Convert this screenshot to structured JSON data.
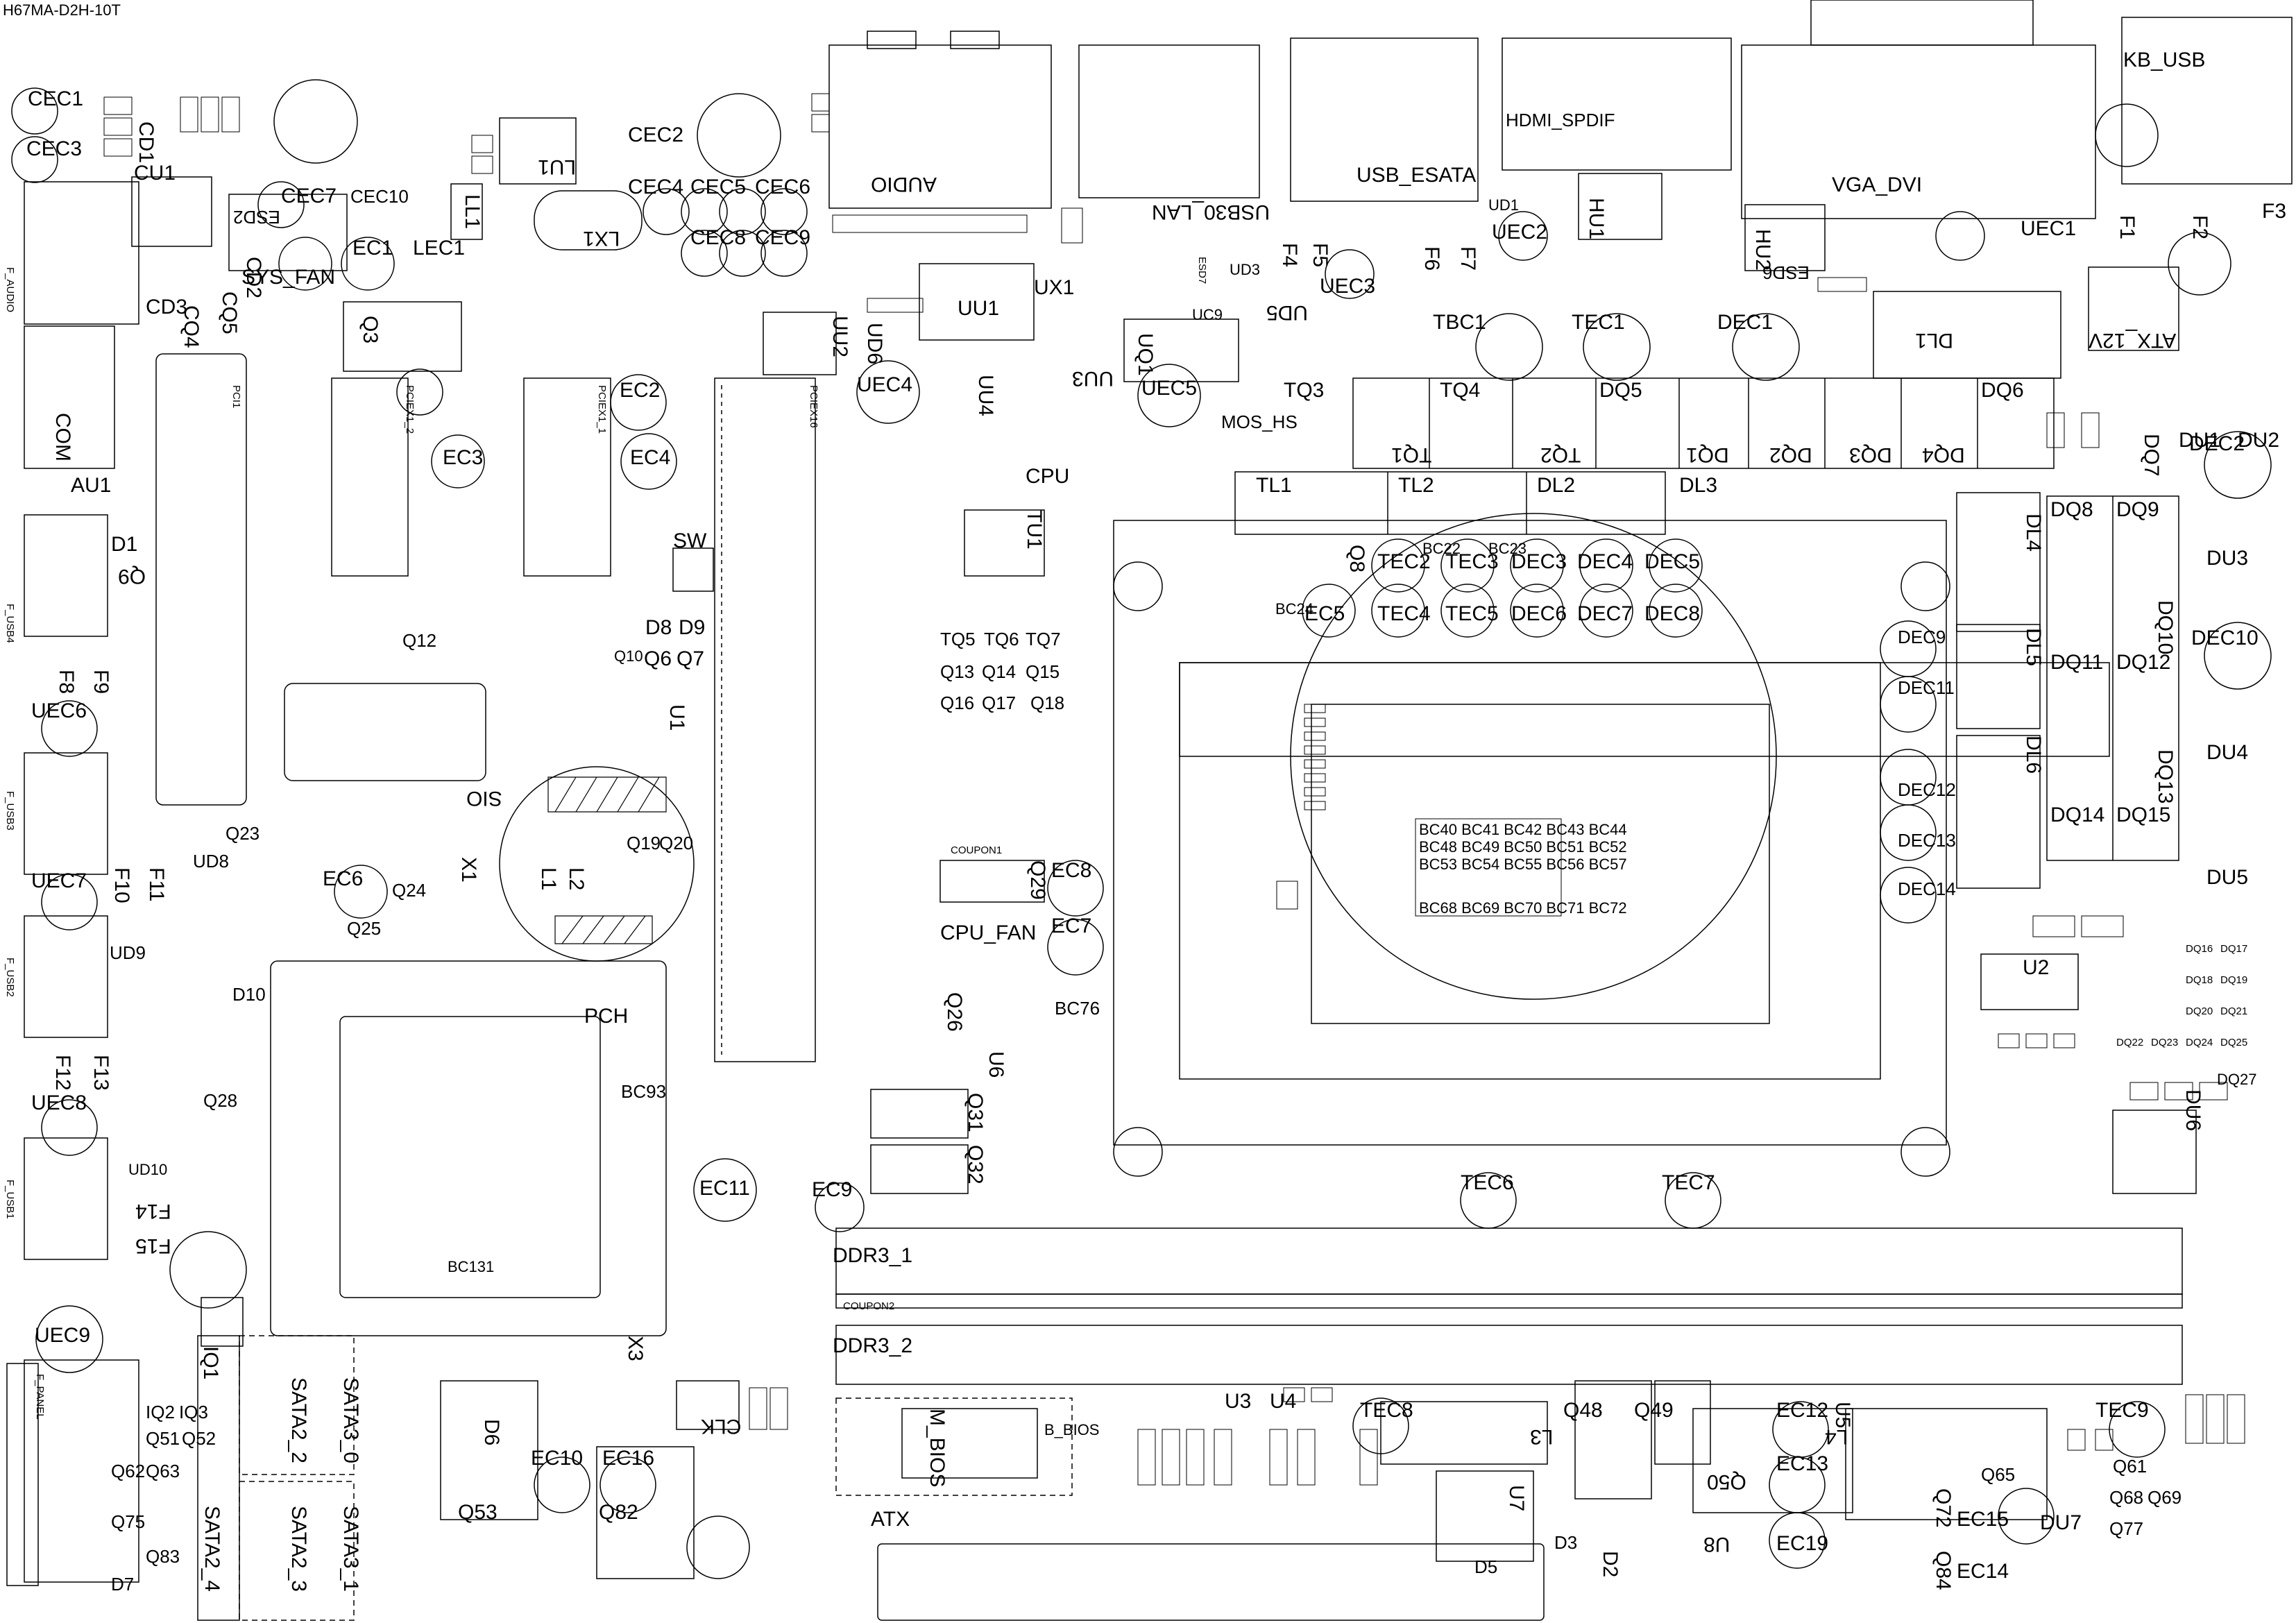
{
  "board": {
    "title": "H67MA-D2H-10T",
    "colors": {
      "stroke": "#000000",
      "background": "#ffffff"
    }
  },
  "connectors": {
    "kb_usb": "KB_USB",
    "audio": "AUDIO",
    "usb30_lan": "USB30_LAN",
    "usb_esata": "USB_ESATA",
    "hdmi_spdif": "HDMI_SPDIF",
    "vga_dvi": "VGA_DVI",
    "atx_12v": "ATX_12V",
    "sys_fan": "SYS_FAN",
    "cpu_fan": "CPU_FAN",
    "com": "COM",
    "atx": "ATX",
    "ddr3_1": "DDR3_1",
    "ddr3_2": "DDR3_2",
    "sata2_2": "SATA2_2",
    "sata3_0": "SATA3_0",
    "sata2_4": "SATA2_4",
    "sata2_3": "SATA2_3",
    "sata3_1": "SATA3_1",
    "m_bios": "M_BIOS",
    "b_bios": "B_BIOS",
    "clk": "CLK",
    "pch": "PCH",
    "cpu": "CPU",
    "sio": "SIO",
    "sw": "SW",
    "mos_hs": "MOS_HS",
    "f_audio": "F_AUDIO",
    "f_usb1": "F_USB1",
    "f_usb2": "F_USB2",
    "f_usb3": "F_USB3",
    "f_usb4": "F_USB4",
    "f_panel": "F_PANEL",
    "pciex16": "PCIEX16",
    "pciex1_1": "PCIEX1_1",
    "pciex1_2": "PCIEX1_2",
    "pci1": "PCI1",
    "coupon1": "COUPON1",
    "coupon2": "COUPON2"
  },
  "chips": {
    "uu1": "UU1",
    "ux1": "UX1",
    "uu2": "UU2",
    "uu3": "UU3",
    "uu4": "UU4",
    "uq1": "UQ1",
    "cu1": "CU1",
    "lu1": "LU1",
    "lx1": "LX1",
    "ll1": "LL1",
    "hu1": "HU1",
    "hu2": "HU2",
    "ud1": "UD1",
    "ud3": "UD3",
    "ud5": "UD5",
    "ud6": "UD6",
    "ud8": "UD8",
    "ud9": "UD9",
    "ud10": "UD10",
    "tu1": "TU1",
    "u1": "U1",
    "u2": "U2",
    "u3": "U3",
    "u4": "U4",
    "u5": "U5",
    "u6": "U6",
    "u7": "U7",
    "u8": "U8",
    "au1": "AU1",
    "iq1": "IQ1",
    "x1": "X1",
    "x3": "X3",
    "uc9": "UC9",
    "du1": "DU1",
    "du2": "DU2",
    "du3": "DU3",
    "du4": "DU4",
    "du5": "DU5",
    "du6": "DU6",
    "du7": "DU7",
    "esd2": "ESD2",
    "esd6": "ESD6",
    "esd7": "ESD7"
  },
  "caps": {
    "cec1": "CEC1",
    "cec2": "CEC2",
    "cec3": "CEC3",
    "cec4": "CEC4",
    "cec5": "CEC5",
    "cec6": "CEC6",
    "cec7": "CEC7",
    "cec8": "CEC8",
    "cec9": "CEC9",
    "cec10": "CEC10",
    "ec1": "EC1",
    "ec2": "EC2",
    "ec3": "EC3",
    "ec4": "EC4",
    "ec5": "EC5",
    "ec6": "EC6",
    "ec7": "EC7",
    "ec8": "EC8",
    "ec9": "EC9",
    "ec10": "EC10",
    "ec11": "EC11",
    "ec12": "EC12",
    "ec13": "EC13",
    "ec14": "EC14",
    "ec15": "EC15",
    "ec16": "EC16",
    "ec19": "EC19",
    "lec1": "LEC1",
    "uec1": "UEC1",
    "uec2": "UEC2",
    "uec3": "UEC3",
    "uec4": "UEC4",
    "uec5": "UEC5",
    "uec6": "UEC6",
    "uec7": "UEC7",
    "uec8": "UEC8",
    "uec9": "UEC9",
    "tbc1": "TBC1",
    "tec1": "TEC1",
    "tec2": "TEC2",
    "tec3": "TEC3",
    "tec4": "TEC4",
    "tec5": "TEC5",
    "tec6": "TEC6",
    "tec7": "TEC7",
    "tec8": "TEC8",
    "tec9": "TEC9",
    "dec1": "DEC1",
    "dec2": "DEC2",
    "dec3": "DEC3",
    "dec4": "DEC4",
    "dec5": "DEC5",
    "dec6": "DEC6",
    "dec7": "DEC7",
    "dec8": "DEC8",
    "dec9": "DEC9",
    "dec10": "DEC10",
    "dec11": "DEC11",
    "dec12": "DEC12",
    "dec13": "DEC13",
    "dec14": "DEC14",
    "bc93": "BC93",
    "bc76": "BC76",
    "bc131": "BC131",
    "bc22": "BC22",
    "bc23": "BC23",
    "bc24": "BC24"
  },
  "cpu_caps": [
    "BC40 BC41 BC42 BC43 BC44",
    "BC48 BC49 BC50 BC51 BC52",
    "BC53 BC54 BC55 BC56 BC57",
    "BC68 BC69 BC70 BC71 BC72"
  ],
  "transistors": {
    "q3": "Q3",
    "q6": "Q6",
    "q7": "Q7",
    "q8": "Q8",
    "q9": "Q9",
    "q10": "Q10",
    "q12": "Q12",
    "q13": "Q13",
    "q14": "Q14",
    "q15": "Q15",
    "q16": "Q16",
    "q17": "Q17",
    "q18": "Q18",
    "q19": "Q19",
    "q20": "Q20",
    "q23": "Q23",
    "q24": "Q24",
    "q25": "Q25",
    "q26": "Q26",
    "q28": "Q28",
    "q29": "Q29",
    "q31": "Q31",
    "q32": "Q32",
    "q48": "Q48",
    "q49": "Q49",
    "q50": "Q50",
    "q53": "Q53",
    "q72": "Q72",
    "q82": "Q82",
    "q84": "Q84",
    "q51": "Q51",
    "q52": "Q52",
    "q61": "Q61",
    "q62": "Q62",
    "q63": "Q63",
    "q65": "Q65",
    "q68": "Q68",
    "q69": "Q69",
    "q75": "Q75",
    "q77": "Q77",
    "q83": "Q83",
    "iq2": "IQ2",
    "iq3": "IQ3",
    "cq4": "CQ4",
    "cq5": "CQ5",
    "tq1": "TQ1",
    "tq2": "TQ2",
    "tq3": "TQ3",
    "tq4": "TQ4",
    "tq5": "TQ5",
    "tq6": "TQ6",
    "tq7": "TQ7",
    "dq1": "DQ1",
    "dq2": "DQ2",
    "dq3": "DQ3",
    "dq4": "DQ4",
    "dq5": "DQ5",
    "dq6": "DQ6",
    "dq7": "DQ7",
    "dq8": "DQ8",
    "dq9": "DQ9",
    "dq10": "DQ10",
    "dq11": "DQ11",
    "dq12": "DQ12",
    "dq13": "DQ13",
    "dq14": "DQ14",
    "dq15": "DQ15",
    "dq16": "DQ16",
    "dq17": "DQ17",
    "dq18": "DQ18",
    "dq19": "DQ19",
    "dq20": "DQ20",
    "dq21": "DQ21",
    "dq22": "DQ22",
    "dq23": "DQ23",
    "dq24": "DQ24",
    "dq25": "DQ25",
    "dq27": "DQ27"
  },
  "inductors": {
    "tl1": "TL1",
    "tl2": "TL2",
    "dl1": "DL1",
    "dl2": "DL2",
    "dl3": "DL3",
    "dl4": "DL4",
    "dl5": "DL5",
    "dl6": "DL6",
    "l1": "L1",
    "l2": "L2",
    "l3": "L3",
    "l4": "L4"
  },
  "fuses": {
    "f1": "F1",
    "f2": "F2",
    "f3": "F3",
    "f4": "F4",
    "f5": "F5",
    "f6": "F6",
    "f7": "F7",
    "f8": "F8",
    "f9": "F9",
    "f10": "F10",
    "f11": "F11",
    "f12": "F12",
    "f13": "F13",
    "f14": "F14",
    "f15": "F15"
  },
  "diodes": {
    "d1": "D1",
    "d2": "D2",
    "d3": "D3",
    "d5": "D5",
    "d6": "D6",
    "d7": "D7",
    "d8": "D8",
    "d9": "D9",
    "d10": "D10",
    "cd1": "CD1",
    "cd2": "CD2",
    "cd3": "CD3"
  }
}
